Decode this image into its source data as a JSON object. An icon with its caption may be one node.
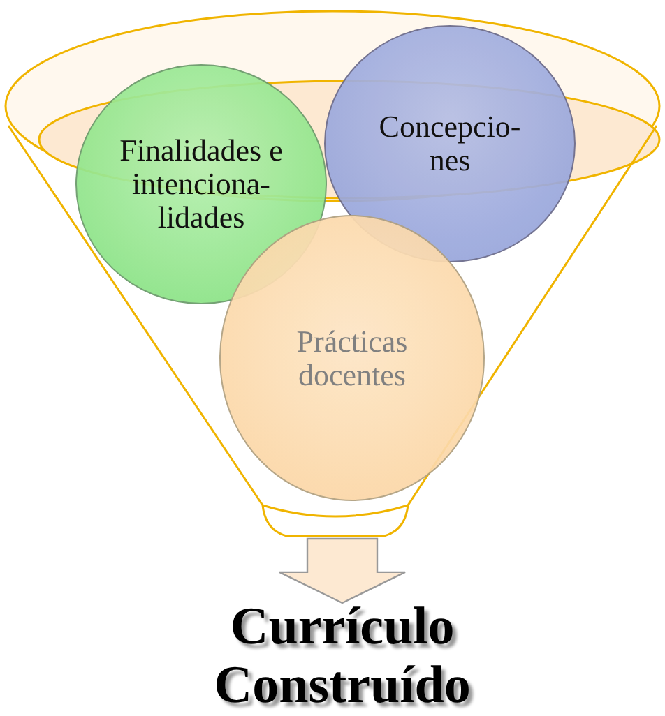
{
  "diagram": {
    "nodes": [
      {
        "text": [],
        "shape": "funnel"
      },
      {
        "text": [
          "Finalidades e intenciona- lidades"
        ],
        "in": 0
      },
      {
        "text": [
          "Concepcio- nes"
        ],
        "in": 0
      },
      {
        "text": [
          "Prácticas docentes"
        ],
        "in": 0
      },
      {
        "text": [
          "Currículo Construído"
        ]
      }
    ],
    "edges": [
      {
        "from": 0,
        "to": 4,
        "arrow": "to"
      }
    ]
  }
}
